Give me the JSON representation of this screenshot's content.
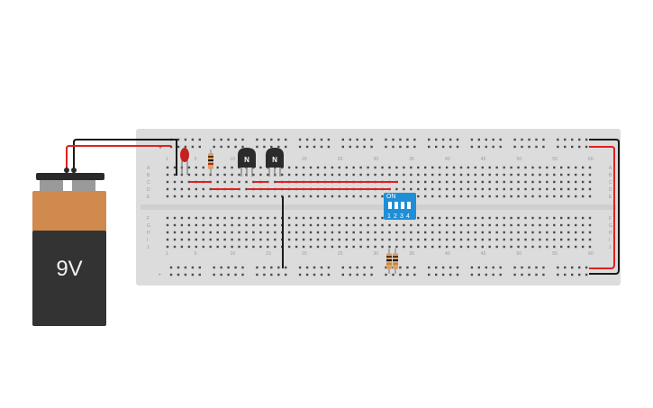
{
  "battery": {
    "label": "9V"
  },
  "breadboard": {
    "column_numbers": [
      "1",
      "5",
      "10",
      "15",
      "20",
      "25",
      "30",
      "35",
      "40",
      "45",
      "50",
      "55",
      "60"
    ],
    "row_letters_top": [
      "A",
      "B",
      "C",
      "D",
      "E"
    ],
    "row_letters_bottom": [
      "F",
      "G",
      "H",
      "I",
      "J"
    ],
    "rail_plus": "+",
    "rail_minus": "-"
  },
  "transistors": [
    {
      "label": "N"
    },
    {
      "label": "N"
    }
  ],
  "dip_switch": {
    "on_label": "ON",
    "numbers": [
      "1",
      "2",
      "3",
      "4"
    ]
  },
  "colors": {
    "board": "#dcdcdc",
    "wire_red": "#e02020",
    "wire_black": "#1a1a1a",
    "battery_orange": "#d08a4e",
    "battery_body": "#333333",
    "dip_blue": "#1e8fd6",
    "led_red": "#c62020"
  }
}
